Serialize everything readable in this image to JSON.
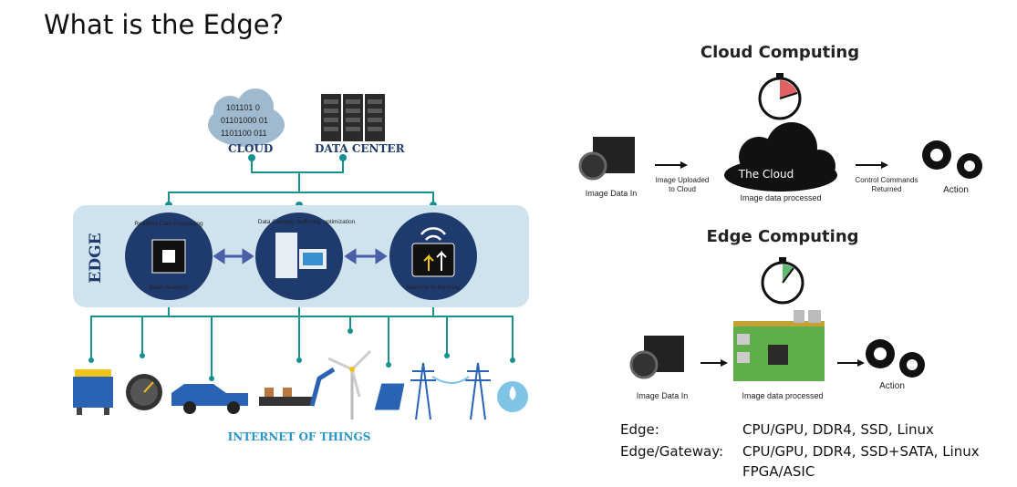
{
  "slide": {
    "title": "What is the Edge?"
  },
  "left_diagram": {
    "cloud_label": "CLOUD",
    "cloud_digits": [
      "101101 0",
      "01101000 01",
      "1101100 011"
    ],
    "datacenter_label": "DATA CENTER",
    "edge_label": "EDGE",
    "nodes": [
      {
        "top": "Realtime Data Processing",
        "bottom": "Basic Analytics"
      },
      {
        "top": "Data Caching, buffering, optimization",
        "bottom": ""
      },
      {
        "top": "",
        "bottom": "Machine to Machine"
      }
    ],
    "iot_label": "INTERNET OF THINGS"
  },
  "cloud_computing": {
    "title": "Cloud Computing",
    "camera_label": "Image Data In",
    "upload_label": [
      "Image Uploaded",
      "to Cloud"
    ],
    "cloud_text": "The Cloud",
    "processed_label": "Image data processed",
    "commands_label": [
      "Control Commands",
      "Returned"
    ],
    "action_label": "Action"
  },
  "edge_computing": {
    "title": "Edge Computing",
    "camera_label": "Image Data In",
    "processed_label": "Image data processed",
    "action_label": "Action"
  },
  "specs": [
    {
      "name": "Edge:",
      "value": "CPU/GPU, DDR4, SSD, Linux"
    },
    {
      "name": "Edge/Gateway:",
      "value": "CPU/GPU, DDR4, SSD+SATA, Linux"
    },
    {
      "name": "",
      "value": "FPGA/ASIC"
    }
  ],
  "colors": {
    "navy": "#1f3b6e",
    "teal": "#15918f",
    "edge_band": "#cfe3ef",
    "red_timer": "#d83a3a",
    "green_timer": "#3aa64a"
  }
}
